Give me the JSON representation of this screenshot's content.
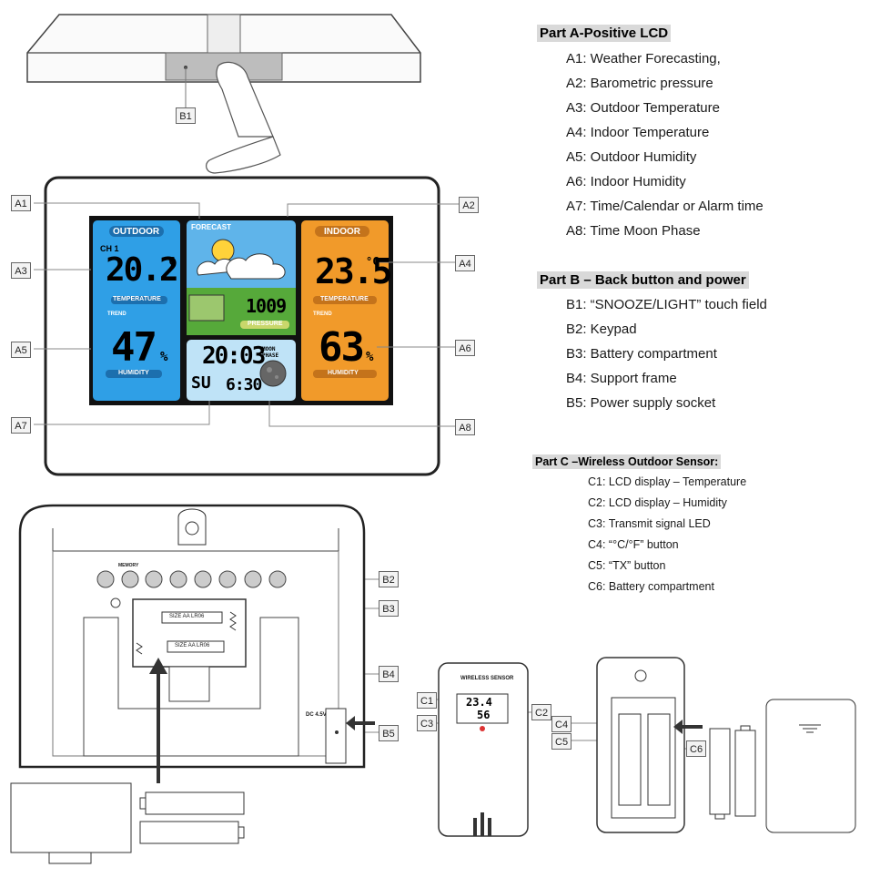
{
  "partA": {
    "title": "Part A-Positive LCD",
    "items": [
      "A1: Weather Forecasting,",
      "A2: Barometric pressure",
      "A3: Outdoor Temperature",
      "A4: Indoor Temperature",
      "A5: Outdoor Humidity",
      "A6: Indoor Humidity",
      "A7: Time/Calendar or Alarm time",
      "A8: Time Moon Phase"
    ]
  },
  "partB": {
    "title": "Part B – Back button and power",
    "items": [
      "B1: “SNOOZE/LIGHT” touch field",
      "B2: Keypad",
      "B3: Battery compartment",
      "B4: Support frame",
      "B5: Power supply socket"
    ]
  },
  "partC": {
    "title": "Part C –Wireless Outdoor Sensor:",
    "items": [
      "C1: LCD display – Temperature",
      "C2: LCD display – Humidity",
      "C3: Transmit signal LED",
      "C4: “°C/°F” button",
      "C5: “TX” button",
      "C6: Battery compartment"
    ]
  },
  "callouts": {
    "A1": "A1",
    "A2": "A2",
    "A3": "A3",
    "A4": "A4",
    "A5": "A5",
    "A6": "A6",
    "A7": "A7",
    "A8": "A8",
    "B1": "B1",
    "B2": "B2",
    "B3": "B3",
    "B4": "B4",
    "B5": "B5",
    "C1": "C1",
    "C2": "C2",
    "C3": "C3",
    "C4": "C4",
    "C5": "C5",
    "C6": "C6"
  },
  "lcd": {
    "outdoor_label": "OUTDOOR",
    "ch_label": "CH 1",
    "outdoor_temp": "20.2",
    "temp_unit": "°C",
    "temperature_label": "TEMPERATURE",
    "outdoor_humidity": "47",
    "percent": "%",
    "humidity_label": "HUMIDITY",
    "trend_label": "TREND",
    "forecast_label": "FORECAST",
    "pressure_value": "1009",
    "pressure_label": "PRESSURE",
    "time_value": "20:03",
    "day_value": "SU",
    "alarm_value": "6:30",
    "moon_label": "MOON PHASE",
    "indoor_label": "INDOOR",
    "indoor_temp": "23.5",
    "indoor_humidity": "63"
  },
  "sensor": {
    "title": "WIRELESS SENSOR",
    "temp_value": "23.4",
    "humidity_value": "56"
  },
  "back": {
    "battery_label_1": "SIZE AA LR06",
    "battery_label_2": "SIZE AA LR06",
    "dc_label": "DC 4.5V",
    "memory_label": "MEMORY"
  },
  "colors": {
    "outdoor": "#2f9fe6",
    "indoor": "#f19a2a",
    "forecast_sky": "#5fb4ea",
    "grass": "#56a93a",
    "time_bg": "#bfe3f7",
    "frame": "#222222"
  }
}
